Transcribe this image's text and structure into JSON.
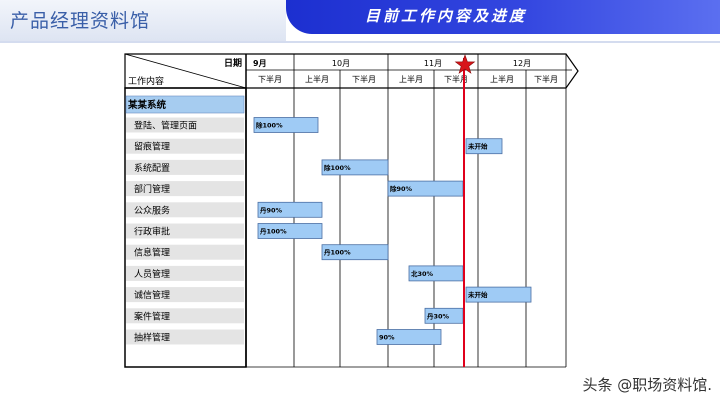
{
  "header": {
    "brand": "产品经理资料馆",
    "title": "目前工作内容及进度"
  },
  "table": {
    "date_label": "日期",
    "work_label": "工作内容",
    "months": [
      "9月",
      "10月",
      "11月",
      "12月"
    ],
    "halves": [
      "下半月",
      "上半月",
      "下半月",
      "上半月",
      "下半月",
      "上半月",
      "下半月"
    ],
    "system_label": "某某系统",
    "tasks": [
      {
        "name": "登陆、管理页面",
        "status": "除100%"
      },
      {
        "name": "留痕管理",
        "status": "未开始"
      },
      {
        "name": "系统配置",
        "status": "除100%"
      },
      {
        "name": "部门管理",
        "status": "除90%"
      },
      {
        "name": "公众服务",
        "status": "丹90%"
      },
      {
        "name": "行政审批",
        "status": "丹100%"
      },
      {
        "name": "信息管理",
        "status": "丹100%"
      },
      {
        "name": "人员管理",
        "status": "北30%"
      },
      {
        "name": "诚信管理",
        "status": "未开始"
      },
      {
        "name": "案件管理",
        "status": "丹30%"
      },
      {
        "name": "抽样管理",
        "status": "90%"
      }
    ]
  },
  "colors": {
    "bar_fill": "#9fcbf5",
    "bar_stroke": "#4b6fa3",
    "system_fill": "#a6ccf0",
    "task_fill": "#e4e4e4",
    "today_line": "#e0001b",
    "title_band": "#2436d6"
  },
  "icons": {
    "today_marker": "red-star-icon",
    "timeline_arrow": "arrow-right-icon"
  },
  "watermark": "头条 @职场资料馆."
}
